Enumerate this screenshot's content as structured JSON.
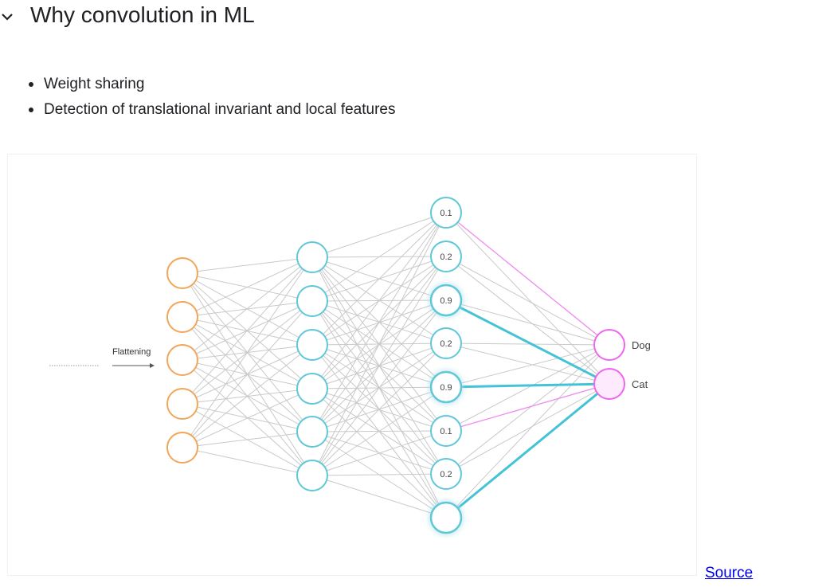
{
  "section": {
    "title": "Why convolution in ML",
    "toggle_icon": "chevron-down-icon"
  },
  "bullets": [
    "Weight sharing",
    "Detection of translational invariant and local features"
  ],
  "figure": {
    "flatten_label": "Flattening",
    "hidden_layer_values": [
      "0.1",
      "0.2",
      "0.9",
      "0.2",
      "0.9",
      "0.1",
      "0.2",
      ""
    ],
    "output_labels": [
      "Dog",
      "Cat"
    ],
    "colors": {
      "input": "#f2a65a",
      "hidden": "#5ec8d8",
      "output": "#ee66ee",
      "edge": "#c9c9c9",
      "active_edge": "#45c3d6",
      "pink_edge": "#f08cf0"
    }
  },
  "source": {
    "label": "Source"
  }
}
